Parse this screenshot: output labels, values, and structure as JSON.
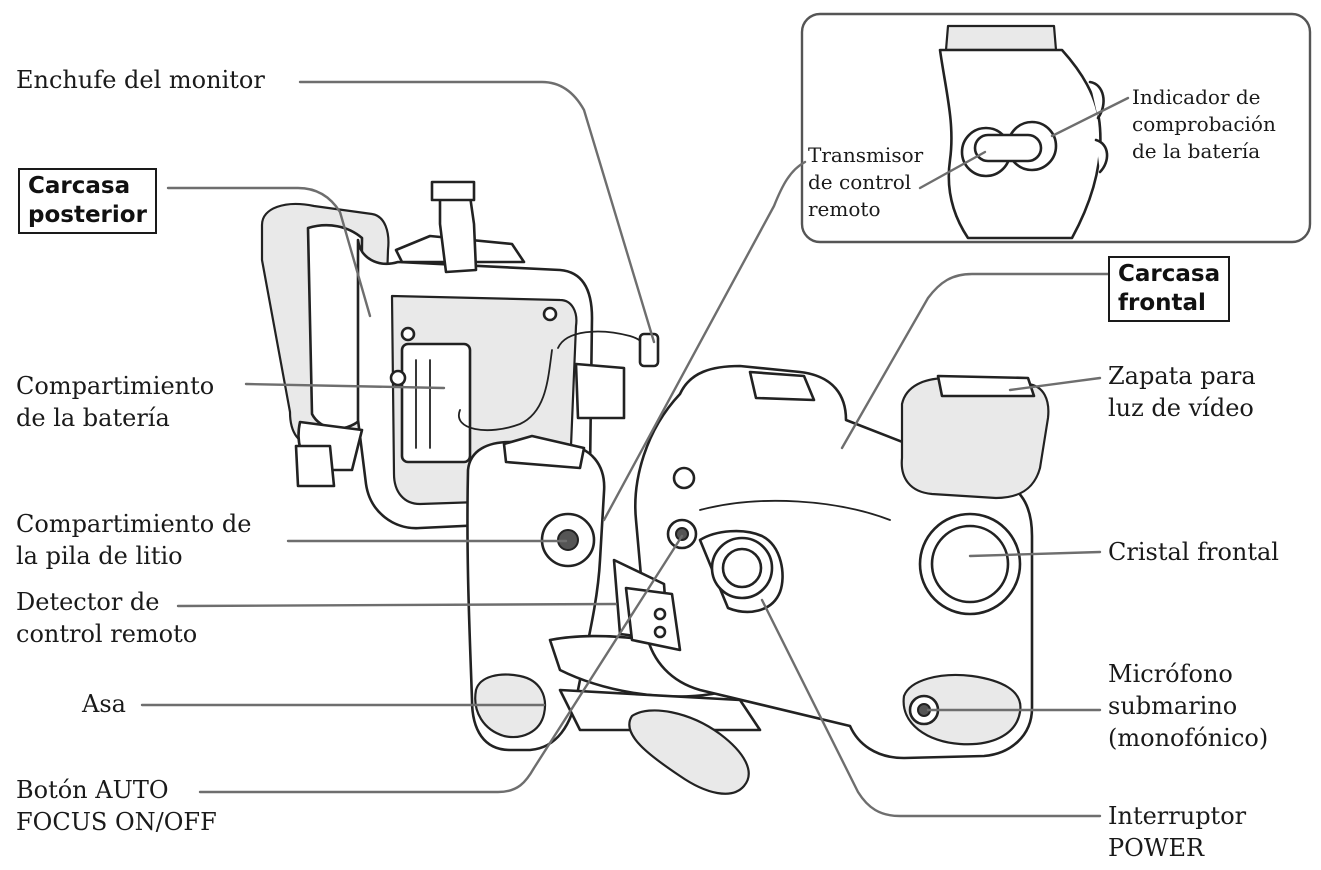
{
  "labels": {
    "monitor_jack": "Enchufe del monitor",
    "rear_housing": [
      "Carcasa",
      "posterior"
    ],
    "battery_compartment": [
      "Compartimiento",
      "de la batería"
    ],
    "lithium_compartment": [
      "Compartimiento de",
      "la pila de litio"
    ],
    "remote_detector": [
      "Detector de",
      "control remoto"
    ],
    "handle": "Asa",
    "autofocus_button": [
      "Botón AUTO",
      "FOCUS ON/OFF"
    ],
    "front_housing": [
      "Carcasa",
      "frontal"
    ],
    "video_light_shoe": [
      "Zapata para",
      "luz de vídeo"
    ],
    "front_glass": "Cristal frontal",
    "microphone": [
      "Micrófono",
      "submarino",
      "(monofónico)"
    ],
    "power_switch": [
      "Interruptor",
      "POWER"
    ]
  },
  "inset": {
    "transmitter": [
      "Transmisor",
      "de control",
      "remoto"
    ],
    "battery_indicator": [
      "Indicador de",
      "comprobación",
      "de la batería"
    ]
  },
  "icons": {
    "housing": "underwater-housing-illustration",
    "inset": "grip-detail-illustration"
  }
}
